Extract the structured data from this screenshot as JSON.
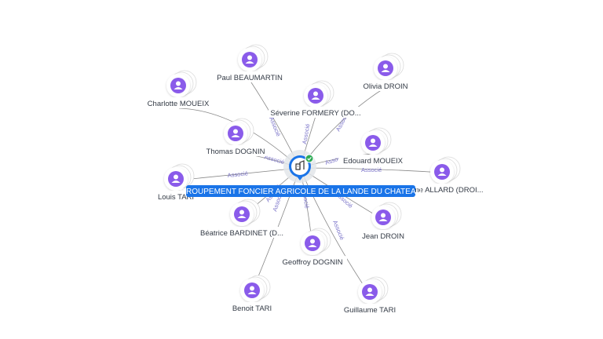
{
  "colors": {
    "person": "#8a5bea",
    "center": "#1a74e8",
    "edge": "#888888",
    "edge_label": "#7b74c9",
    "badge": "#2dab55"
  },
  "center": {
    "name": "GROUPEMENT FONCIER AGRICOLE DE LA LANDE DU CHATEAU",
    "icon": "building-icon",
    "badge_icon": "check-icon"
  },
  "persons": [
    {
      "id": "paul",
      "name": "Paul BEAUMARTIN",
      "edge_label": "Associé",
      "edge_label_shown": true
    },
    {
      "id": "charlotte",
      "name": "Charlotte MOUEIX",
      "edge_label": "Associé",
      "edge_label_shown": false
    },
    {
      "id": "severine",
      "name": "Séverine FORMERY (DO...",
      "edge_label": "Associé",
      "edge_label_shown": true
    },
    {
      "id": "olivia",
      "name": "Olivia DROIN",
      "edge_label": "Associé",
      "edge_label_shown": true
    },
    {
      "id": "thomas",
      "name": "Thomas DOGNIN",
      "edge_label": "Associé",
      "edge_label_shown": true
    },
    {
      "id": "edouard",
      "name": "Edouard MOUEIX",
      "edge_label": "Associé",
      "edge_label_shown": true
    },
    {
      "id": "louis",
      "name": "Louis TARI",
      "edge_label": "Associé",
      "edge_label_shown": true
    },
    {
      "id": "allard",
      "name": "...ne ALLARD (DROI...",
      "edge_label": "Associé",
      "edge_label_shown": true
    },
    {
      "id": "beatrice",
      "name": "Béatrice BARDINET (D...",
      "edge_label": "Associé",
      "edge_label_shown": true
    },
    {
      "id": "jean",
      "name": "Jean DROIN",
      "edge_label": "Associé",
      "edge_label_shown": true
    },
    {
      "id": "geoffroy",
      "name": "Geoffroy DOGNIN",
      "edge_label": "Associé",
      "edge_label_shown": true
    },
    {
      "id": "benoit",
      "name": "Benoit TARI",
      "edge_label": "Associé",
      "edge_label_shown": true
    },
    {
      "id": "guillaume",
      "name": "Guillaume TARI",
      "edge_label": "Associé",
      "edge_label_shown": true
    }
  ]
}
